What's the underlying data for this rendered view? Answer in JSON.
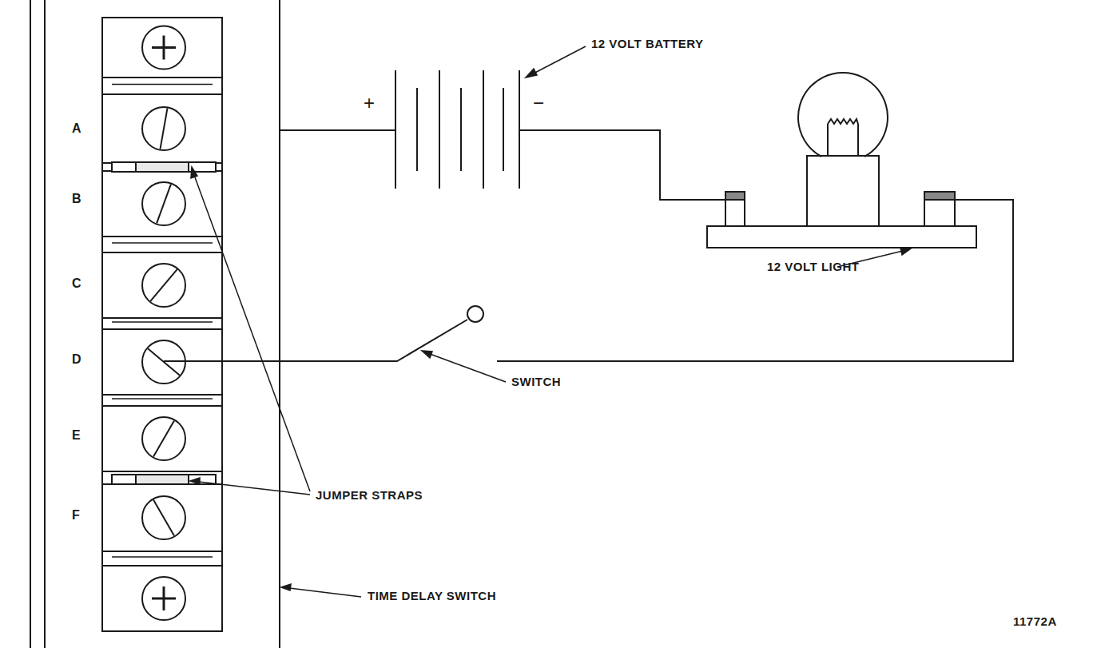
{
  "diagram": {
    "labels": [
      "A",
      "B",
      "C",
      "D",
      "E",
      "F",
      "12 VOLT BATTERY",
      "+",
      "−",
      "12 VOLT LIGHT",
      "SWITCH",
      "JUMPER STRAPS",
      "TIME DELAY SWITCH",
      "11772A"
    ]
  }
}
